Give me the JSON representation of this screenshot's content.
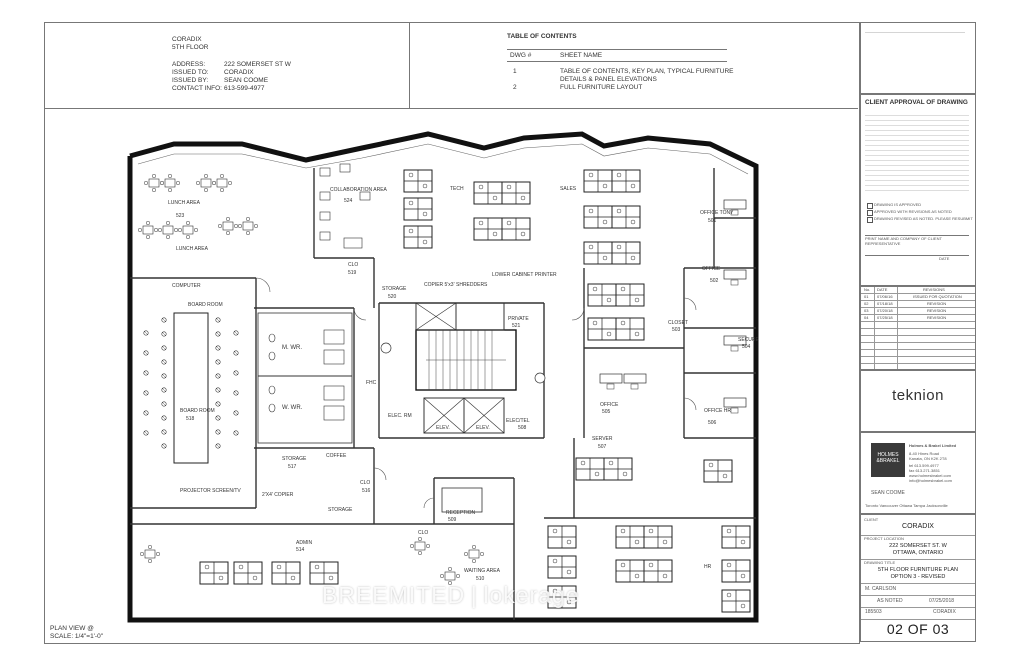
{
  "header": {
    "company": "CORADIX",
    "floor": "5TH FLOOR",
    "fields": [
      {
        "label": "ADDRESS:",
        "value": "222 SOMERSET ST W"
      },
      {
        "label": "ISSUED TO:",
        "value": "CORADIX"
      },
      {
        "label": "ISSUED BY:",
        "value": "SEAN COOME"
      },
      {
        "label": "CONTACT INFO:",
        "value": "613-599-4977"
      }
    ]
  },
  "toc": {
    "title": "TABLE OF CONTENTS",
    "col_dwg": "DWG #",
    "col_sheet": "SHEET NAME",
    "rows": [
      {
        "num": "1",
        "name": "TABLE OF CONTENTS, KEY PLAN, TYPICAL FURNITURE",
        "name2": "DETAILS & PANEL ELEVATIONS"
      },
      {
        "num": "2",
        "name": "FULL FURNITURE LAYOUT",
        "name2": ""
      }
    ]
  },
  "titleblock": {
    "approval_title": "CLIENT APPROVAL OF DRAWING",
    "checks": [
      "DRAWING IS APPROVED",
      "APPROVED WITH REVISIONS AS NOTED",
      "DRAWING REVISED AS NOTED. PLEASE RESUBMIT"
    ],
    "print_name": "PRINT NAME AND COMPANY OF CLIENT REPRESENTATIVE",
    "date_label": "DATE",
    "rev_headers": [
      "No.",
      "DATE",
      "REVISIONS"
    ],
    "revisions": [
      {
        "no": "01",
        "date": "07/06/16",
        "desc": "ISSUED FOR QUOTATION"
      },
      {
        "no": "02",
        "date": "07/18/18",
        "desc": "REVISION"
      },
      {
        "no": "03",
        "date": "07/20/18",
        "desc": "REVISION"
      },
      {
        "no": "04",
        "date": "07/25/18",
        "desc": "REVISION"
      }
    ],
    "brand": "teknion",
    "dealer_name": "Holmes & Brakel Limited",
    "dealer_addr": [
      "8-40 Hines Road",
      "Kanata, ON K2K 2T8",
      "tel 613.599.4977",
      "fax 613.271.3851",
      "www.holmesbrakel.com",
      "info@holmesbrakel.com"
    ],
    "rep": "SEAN COOME",
    "cities": "Toronto  Vancouver  Ottawa  Tampa  Jacksonville",
    "client_label": "CLIENT",
    "client": "CORADIX",
    "location_label": "PROJECT LOCATION",
    "location1": "222 SOMERSET ST. W",
    "location2": "OTTAWA, ONTARIO",
    "title_label": "DRAWING TITLE",
    "title1": "5TH FLOOR FURNITURE PLAN",
    "title2": "OPTION 3 - REVISED",
    "drawn": "M. CARLSON",
    "scale": "AS NOTED",
    "date": "07/25/2018",
    "project_no": "185503",
    "sheet_client": "CORADIX",
    "sheet": "02 OF 03"
  },
  "plan": {
    "view_label": "PLAN VIEW @",
    "scale_label": "SCALE: 1/4\"=1'-0\"",
    "rooms": [
      {
        "name": "LUNCH AREA",
        "num": "523"
      },
      {
        "name": "LUNCH AREA",
        "num": ""
      },
      {
        "name": "COLLABORATION AREA",
        "num": "524"
      },
      {
        "name": "TECH",
        "num": ""
      },
      {
        "name": "SALES",
        "num": ""
      },
      {
        "name": "OFFICE TONY",
        "num": "501"
      },
      {
        "name": "OFFICE",
        "num": "502"
      },
      {
        "name": "CLO",
        "num": "519"
      },
      {
        "name": "STORAGE",
        "num": "520"
      },
      {
        "name": "COPIER 5'x3'",
        "num": ""
      },
      {
        "name": "SHREDDERS",
        "num": ""
      },
      {
        "name": "LOWER CABINET PRINTER",
        "num": ""
      },
      {
        "name": "PRIVATE",
        "num": "521"
      },
      {
        "name": "CLOSET",
        "num": "503"
      },
      {
        "name": "SECURE",
        "num": "504"
      },
      {
        "name": "COMPUTER",
        "num": ""
      },
      {
        "name": "BOARD ROOM",
        "num": ""
      },
      {
        "name": "BOARD ROOM",
        "num": "518"
      },
      {
        "name": "M. WR.",
        "num": ""
      },
      {
        "name": "W. WR.",
        "num": ""
      },
      {
        "name": "FHC",
        "num": ""
      },
      {
        "name": "ELEC. RM",
        "num": ""
      },
      {
        "name": "ELEV.",
        "num": ""
      },
      {
        "name": "ELEV.",
        "num": ""
      },
      {
        "name": "ELEC/TEL",
        "num": "508"
      },
      {
        "name": "OFFICE",
        "num": "505"
      },
      {
        "name": "OFFICE HR",
        "num": "506"
      },
      {
        "name": "SERVER",
        "num": "507"
      },
      {
        "name": "STORAGE",
        "num": "517"
      },
      {
        "name": "COFFEE",
        "num": ""
      },
      {
        "name": "CLO",
        "num": "516"
      },
      {
        "name": "STORAGE",
        "num": ""
      },
      {
        "name": "PROJECTOR SCREEN/TV",
        "num": ""
      },
      {
        "name": "2'X4' COPIER",
        "num": ""
      },
      {
        "name": "ADMIN",
        "num": "514"
      },
      {
        "name": "CLO",
        "num": ""
      },
      {
        "name": "RECEPTION",
        "num": "509"
      },
      {
        "name": "WAITING AREA",
        "num": "510"
      },
      {
        "name": "HR",
        "num": ""
      }
    ]
  }
}
